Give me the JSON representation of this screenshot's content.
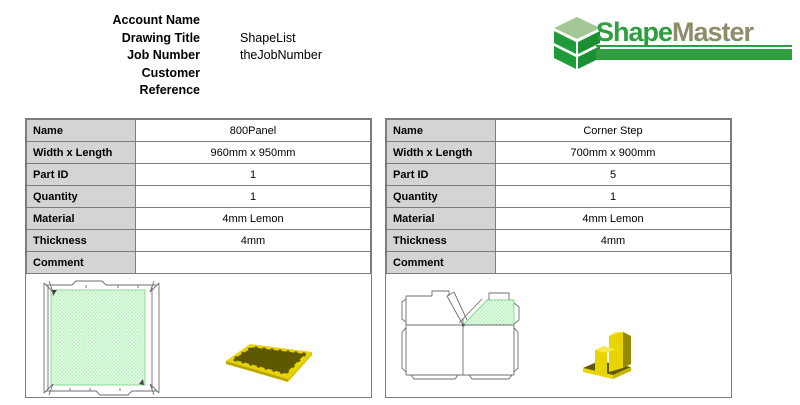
{
  "header": {
    "fields": [
      {
        "label": "Account Name",
        "value": ""
      },
      {
        "label": "Drawing Title",
        "value": "ShapeList"
      },
      {
        "label": "Job Number",
        "value": "theJobNumber"
      },
      {
        "label": "Customer",
        "value": ""
      },
      {
        "label": "Reference",
        "value": ""
      }
    ]
  },
  "logo": {
    "text_primary": "Shape",
    "text_secondary": "Master",
    "icon": "stacked-green-box-logo",
    "colors": {
      "primary_green": "#2f9e3f",
      "secondary_taupe": "#8f8c6c",
      "icon_top": "#a3c795",
      "icon_left": "#1f9c39",
      "icon_right": "#189033"
    }
  },
  "panels": [
    {
      "name": "800Panel",
      "rows": [
        {
          "label": "Name",
          "value": "800Panel"
        },
        {
          "label": "Width x Length",
          "value": "960mm x 950mm"
        },
        {
          "label": "Part ID",
          "value": "1"
        },
        {
          "label": "Quantity",
          "value": "1"
        },
        {
          "label": "Material",
          "value": "4mm Lemon"
        },
        {
          "label": "Thickness",
          "value": "4mm"
        },
        {
          "label": "Comment",
          "value": ""
        }
      ]
    },
    {
      "name": "Corner Step",
      "rows": [
        {
          "label": "Name",
          "value": "Corner Step"
        },
        {
          "label": "Width x Length",
          "value": "700mm x 900mm"
        },
        {
          "label": "Part ID",
          "value": "5"
        },
        {
          "label": "Quantity",
          "value": "1"
        },
        {
          "label": "Material",
          "value": "4mm Lemon"
        },
        {
          "label": "Thickness",
          "value": "4mm"
        },
        {
          "label": "Comment",
          "value": ""
        }
      ]
    }
  ],
  "drawing_colors": {
    "dieline_stroke": "#6e6e6e",
    "panel_fill_light_green": "#e4fce6",
    "panel_hatch_green": "#a9edb0",
    "render_yellow": "#e8d400",
    "render_dark_olive": "#5e5800"
  }
}
